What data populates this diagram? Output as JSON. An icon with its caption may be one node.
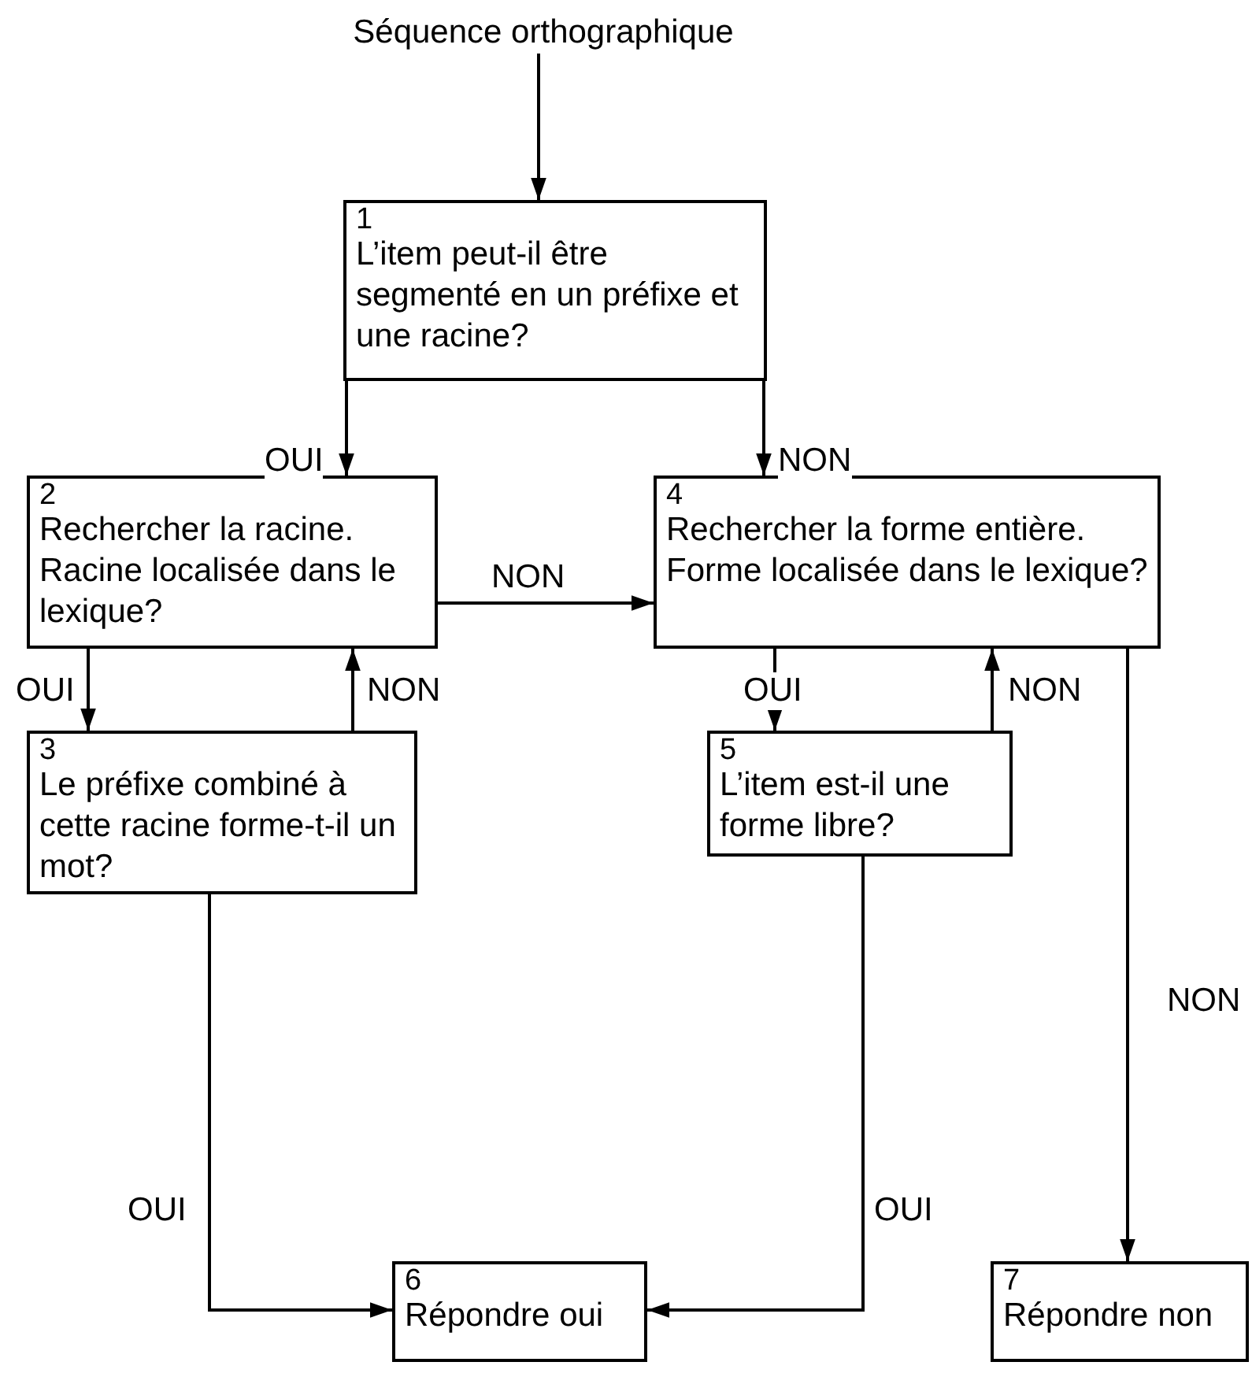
{
  "diagram": {
    "nodes": [
      {
        "text": [
          "Séquence orthographique"
        ]
      },
      {
        "text": [
          "1",
          "L’item peut-il être segmenté en un préfixe et une racine?"
        ]
      },
      {
        "text": [
          "2",
          "Rechercher la racine. Racine localisée dans le lexique?"
        ]
      },
      {
        "text": [
          "4",
          "Rechercher la forme entière. Forme localisée dans le lexique?"
        ]
      },
      {
        "text": [
          "3",
          "Le préfixe combiné à cette racine forme-t-il un mot?"
        ]
      },
      {
        "text": [
          "5",
          "L’item est-il une forme libre?"
        ]
      },
      {
        "text": [
          "6",
          "Répondre oui"
        ]
      },
      {
        "text": [
          "7",
          "Répondre non"
        ]
      }
    ],
    "edges": [
      {
        "from": 0,
        "to": 1,
        "arrow": "to"
      },
      {
        "from": 1,
        "to": 2,
        "arrow": "to",
        "label": "OUI"
      },
      {
        "from": 1,
        "to": 3,
        "arrow": "to",
        "label": "NON"
      },
      {
        "from": 2,
        "to": 3,
        "arrow": "to",
        "label": "NON"
      },
      {
        "from": 2,
        "to": 4,
        "arrow": "to",
        "label": "OUI"
      },
      {
        "from": 4,
        "to": 2,
        "arrow": "to",
        "label": "NON"
      },
      {
        "from": 3,
        "to": 5,
        "arrow": "to",
        "label": "OUI"
      },
      {
        "from": 5,
        "to": 3,
        "arrow": "to",
        "label": "NON"
      },
      {
        "from": 3,
        "to": 7,
        "arrow": "to",
        "label": "NON"
      },
      {
        "from": 4,
        "to": 6,
        "arrow": "to",
        "label": "OUI"
      },
      {
        "from": 5,
        "to": 6,
        "arrow": "to",
        "label": "OUI"
      }
    ]
  }
}
